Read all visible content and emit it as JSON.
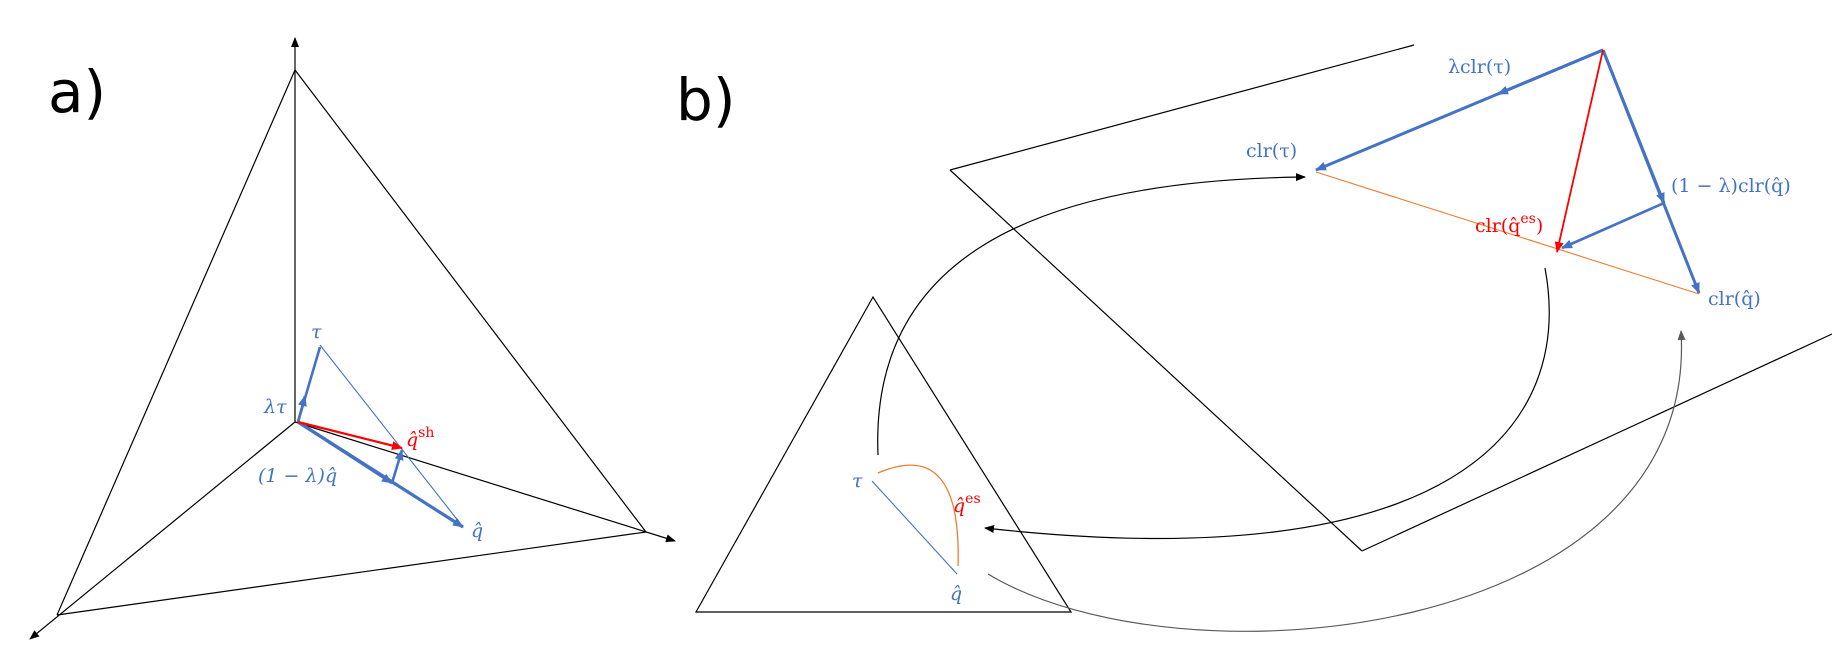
{
  "panel_a": {
    "label": "a)",
    "labels": {
      "tau": "τ",
      "lambda_tau": "λτ",
      "one_minus_lambda_qhat": "(1 − λ)q̂",
      "q_hat": "q̂",
      "q_hat_sh": "q̂",
      "sh_superscript": "sh"
    }
  },
  "panel_b": {
    "label": "b)",
    "labels": {
      "lambda_clr_tau": "λclr(τ)",
      "clr_tau": "clr(τ)",
      "one_minus_lambda_clr_q": "(1 − λ)clr(q̂)",
      "clr_q_es": "clr(q̂",
      "es_superscript": "es",
      "clr_q_es_close": ")",
      "clr_q": "clr(q̂)",
      "tau": "τ",
      "q_hat_es": "q̂",
      "q_hat_es_sup": "es",
      "q_hat": "q̂"
    }
  },
  "colors": {
    "blue": "#4472c4",
    "red": "#ff0000",
    "orange": "#ed7d31",
    "black": "#000000",
    "gray": "#595959"
  }
}
